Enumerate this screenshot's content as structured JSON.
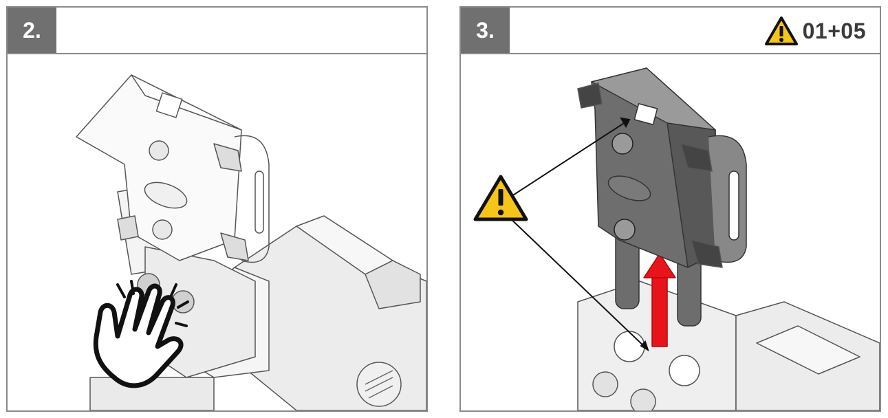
{
  "steps": [
    {
      "number": "2.",
      "warning_reference": ""
    },
    {
      "number": "3.",
      "warning_reference": "01+05"
    }
  ],
  "icons": {
    "hand": "hand-press-icon",
    "warning": "warning-triangle-icon",
    "arrow": "red-up-arrow-icon"
  },
  "colors": {
    "badge": "#707070",
    "border": "#8a8a8a",
    "warning_fill": "#f5c518",
    "arrow": "#e8141b"
  }
}
